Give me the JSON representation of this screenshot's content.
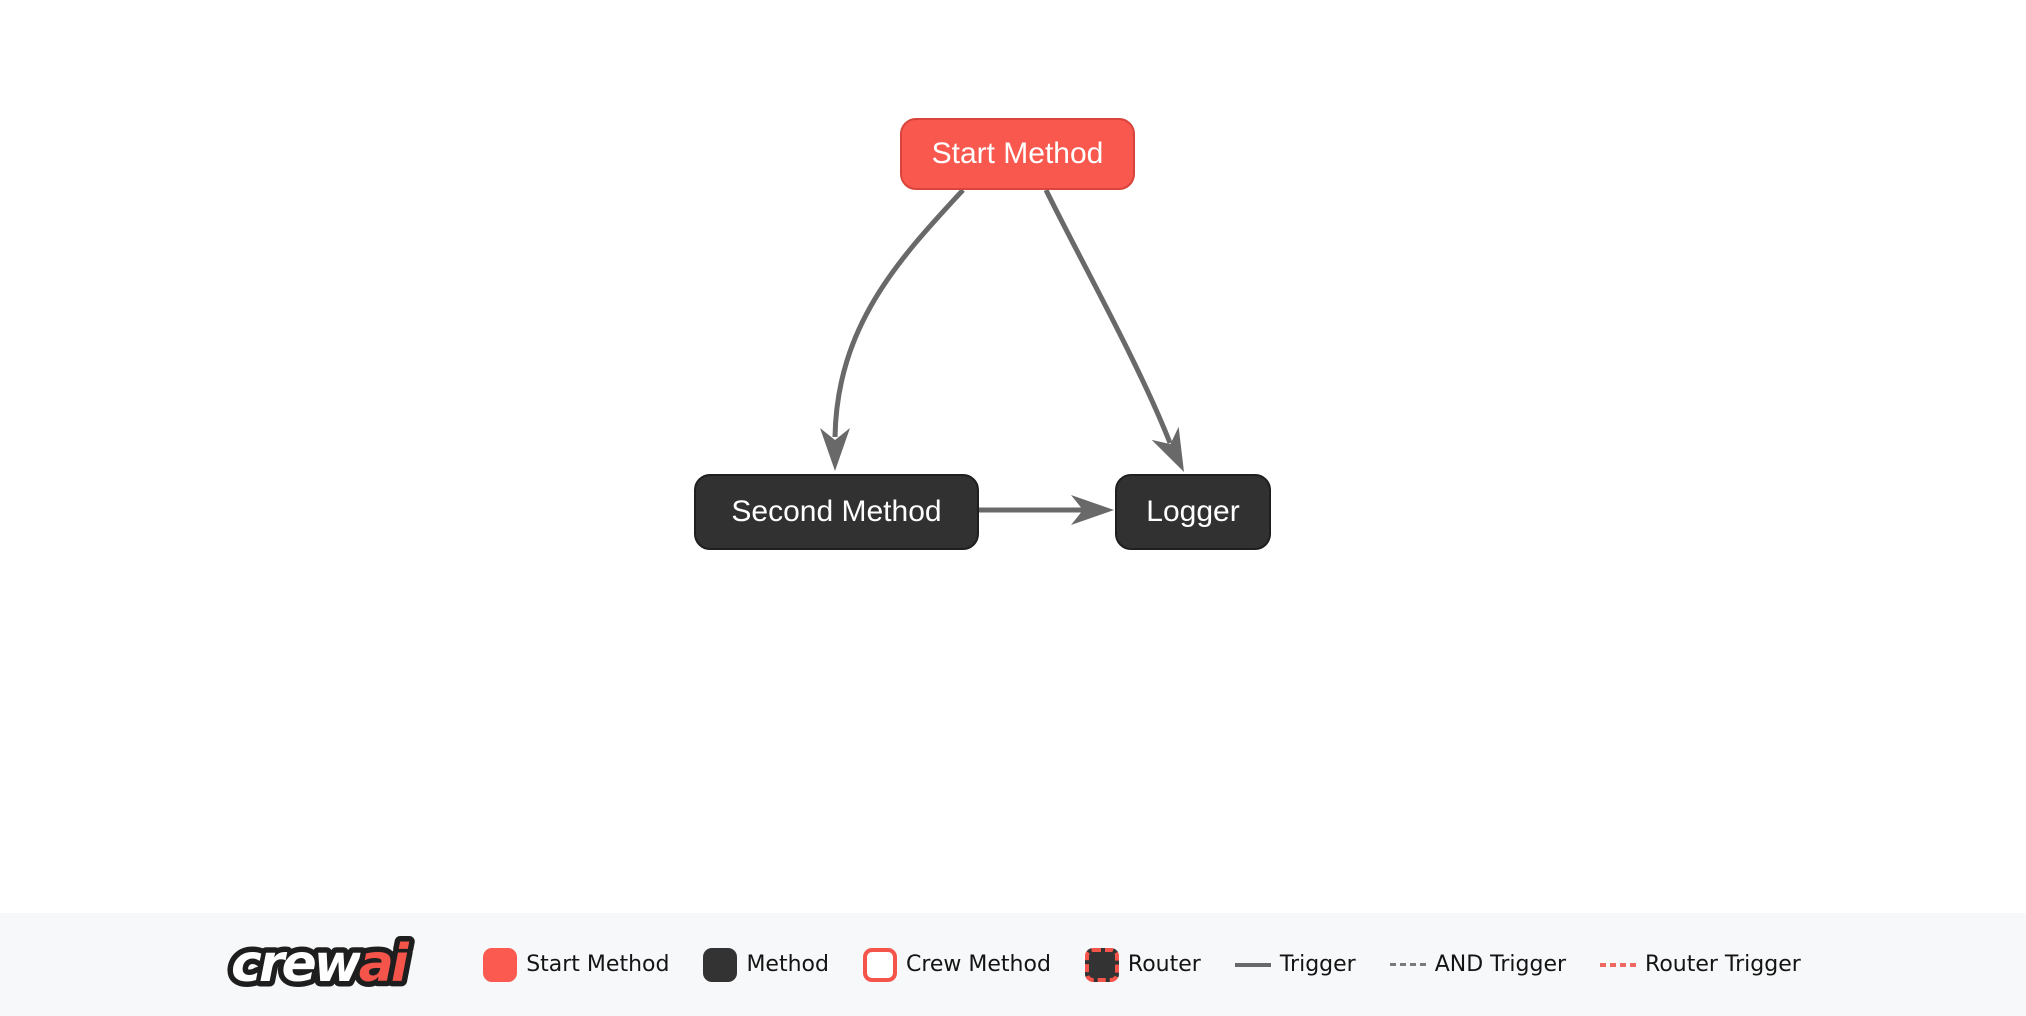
{
  "diagram": {
    "nodes": [
      {
        "id": "start_method",
        "label": "Start Method",
        "type": "start-method"
      },
      {
        "id": "second_method",
        "label": "Second Method",
        "type": "method"
      },
      {
        "id": "logger",
        "label": "Logger",
        "type": "method"
      }
    ],
    "edges": [
      {
        "from": "start_method",
        "to": "second_method",
        "type": "trigger"
      },
      {
        "from": "start_method",
        "to": "logger",
        "type": "trigger"
      },
      {
        "from": "second_method",
        "to": "logger",
        "type": "trigger"
      }
    ]
  },
  "legend": {
    "logo": {
      "part_white": "crew",
      "part_red": "ai"
    },
    "items": [
      {
        "label": "Start Method",
        "swatch": "start-method-square"
      },
      {
        "label": "Method",
        "swatch": "method-square"
      },
      {
        "label": "Crew Method",
        "swatch": "crew-method-square"
      },
      {
        "label": "Router",
        "swatch": "router-square"
      },
      {
        "label": "Trigger",
        "swatch": "solid-line"
      },
      {
        "label": "AND Trigger",
        "swatch": "dashed-gray-line"
      },
      {
        "label": "Router Trigger",
        "swatch": "dashed-red-line"
      }
    ]
  },
  "colors": {
    "start_node_fill": "#F9584E",
    "start_node_border": "#D9453C",
    "method_node_fill": "#313131",
    "method_node_border": "#1F1F1F",
    "edge_gray": "#696969",
    "legend_red": "#FA5A50",
    "legend_red_border": "#F4544A",
    "router_trigger_red": "#EE6A60",
    "legend_background": "#F7F8F9",
    "canvas_background": "#FFFFFF"
  }
}
